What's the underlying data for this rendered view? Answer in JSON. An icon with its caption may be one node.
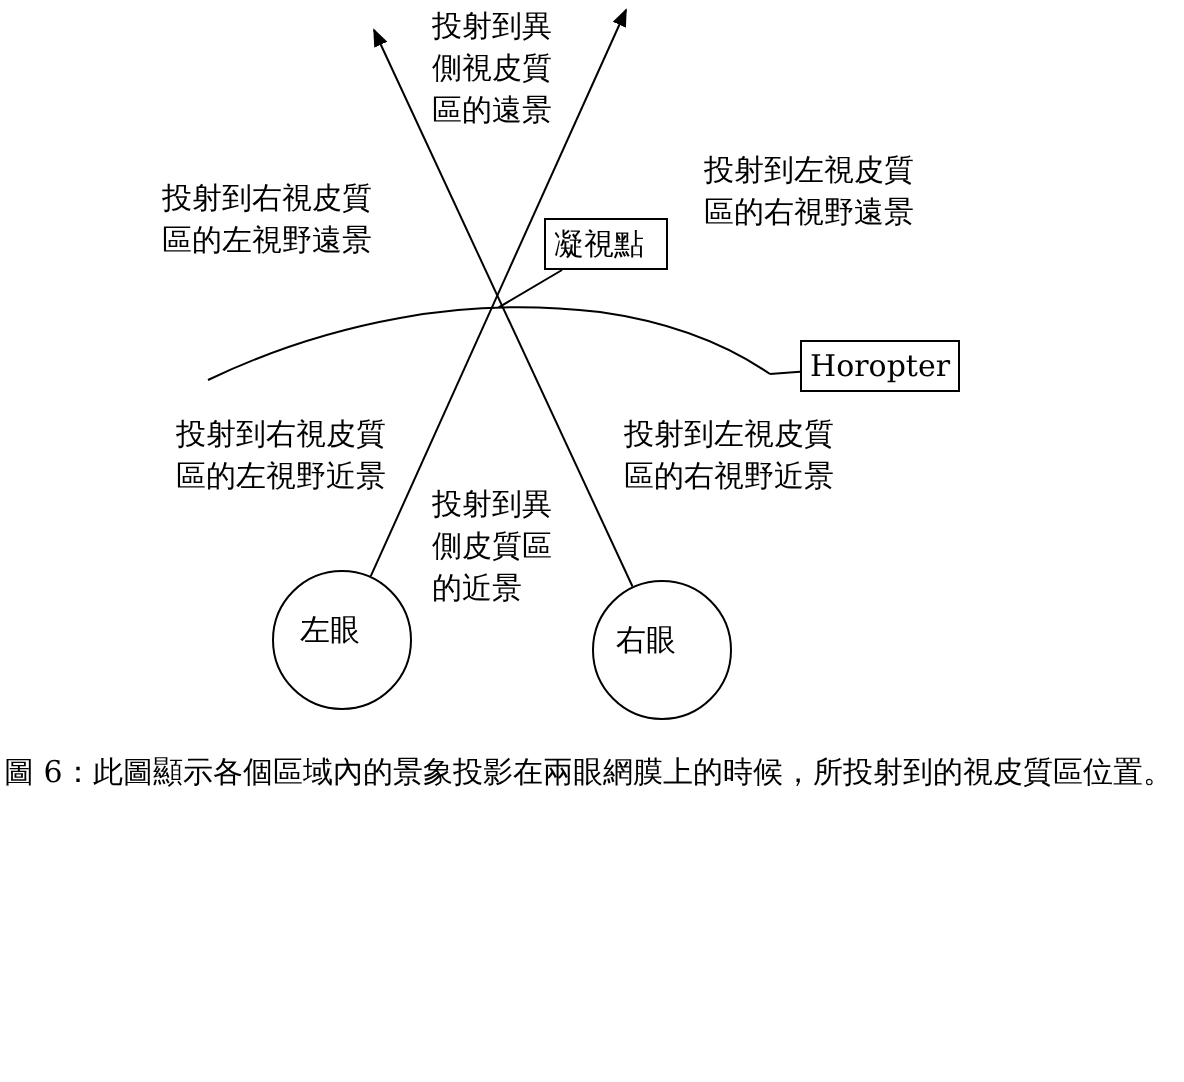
{
  "diagram": {
    "caption": "圖 6：此圖顯示各個區域內的景象投影在兩眼網膜上的時候，所投射到的視皮質區位置。",
    "nodes": [
      {
        "text": [
          "凝視點"
        ]
      },
      {
        "text": [],
        "shape": "curve"
      },
      {
        "text": [
          "Horopter"
        ]
      },
      {
        "text": [
          "左眼"
        ]
      },
      {
        "text": [
          "右眼"
        ]
      }
    ],
    "edges": [
      {
        "from": 3,
        "to": null,
        "arrow": "to"
      },
      {
        "from": 4,
        "to": null,
        "arrow": "to"
      },
      {
        "from": 0,
        "to": 1,
        "arrow": "none"
      },
      {
        "from": 2,
        "to": 1,
        "arrow": "none"
      }
    ],
    "labels": [
      "投射到異側視皮質區的遠景",
      "投射到右視皮質區的左視野遠景",
      "投射到左視皮質區的右視野遠景",
      "投射到右視皮質區的左視野近景",
      "投射到左視皮質區的右視野近景",
      "投射到異側皮質區的近景"
    ]
  }
}
